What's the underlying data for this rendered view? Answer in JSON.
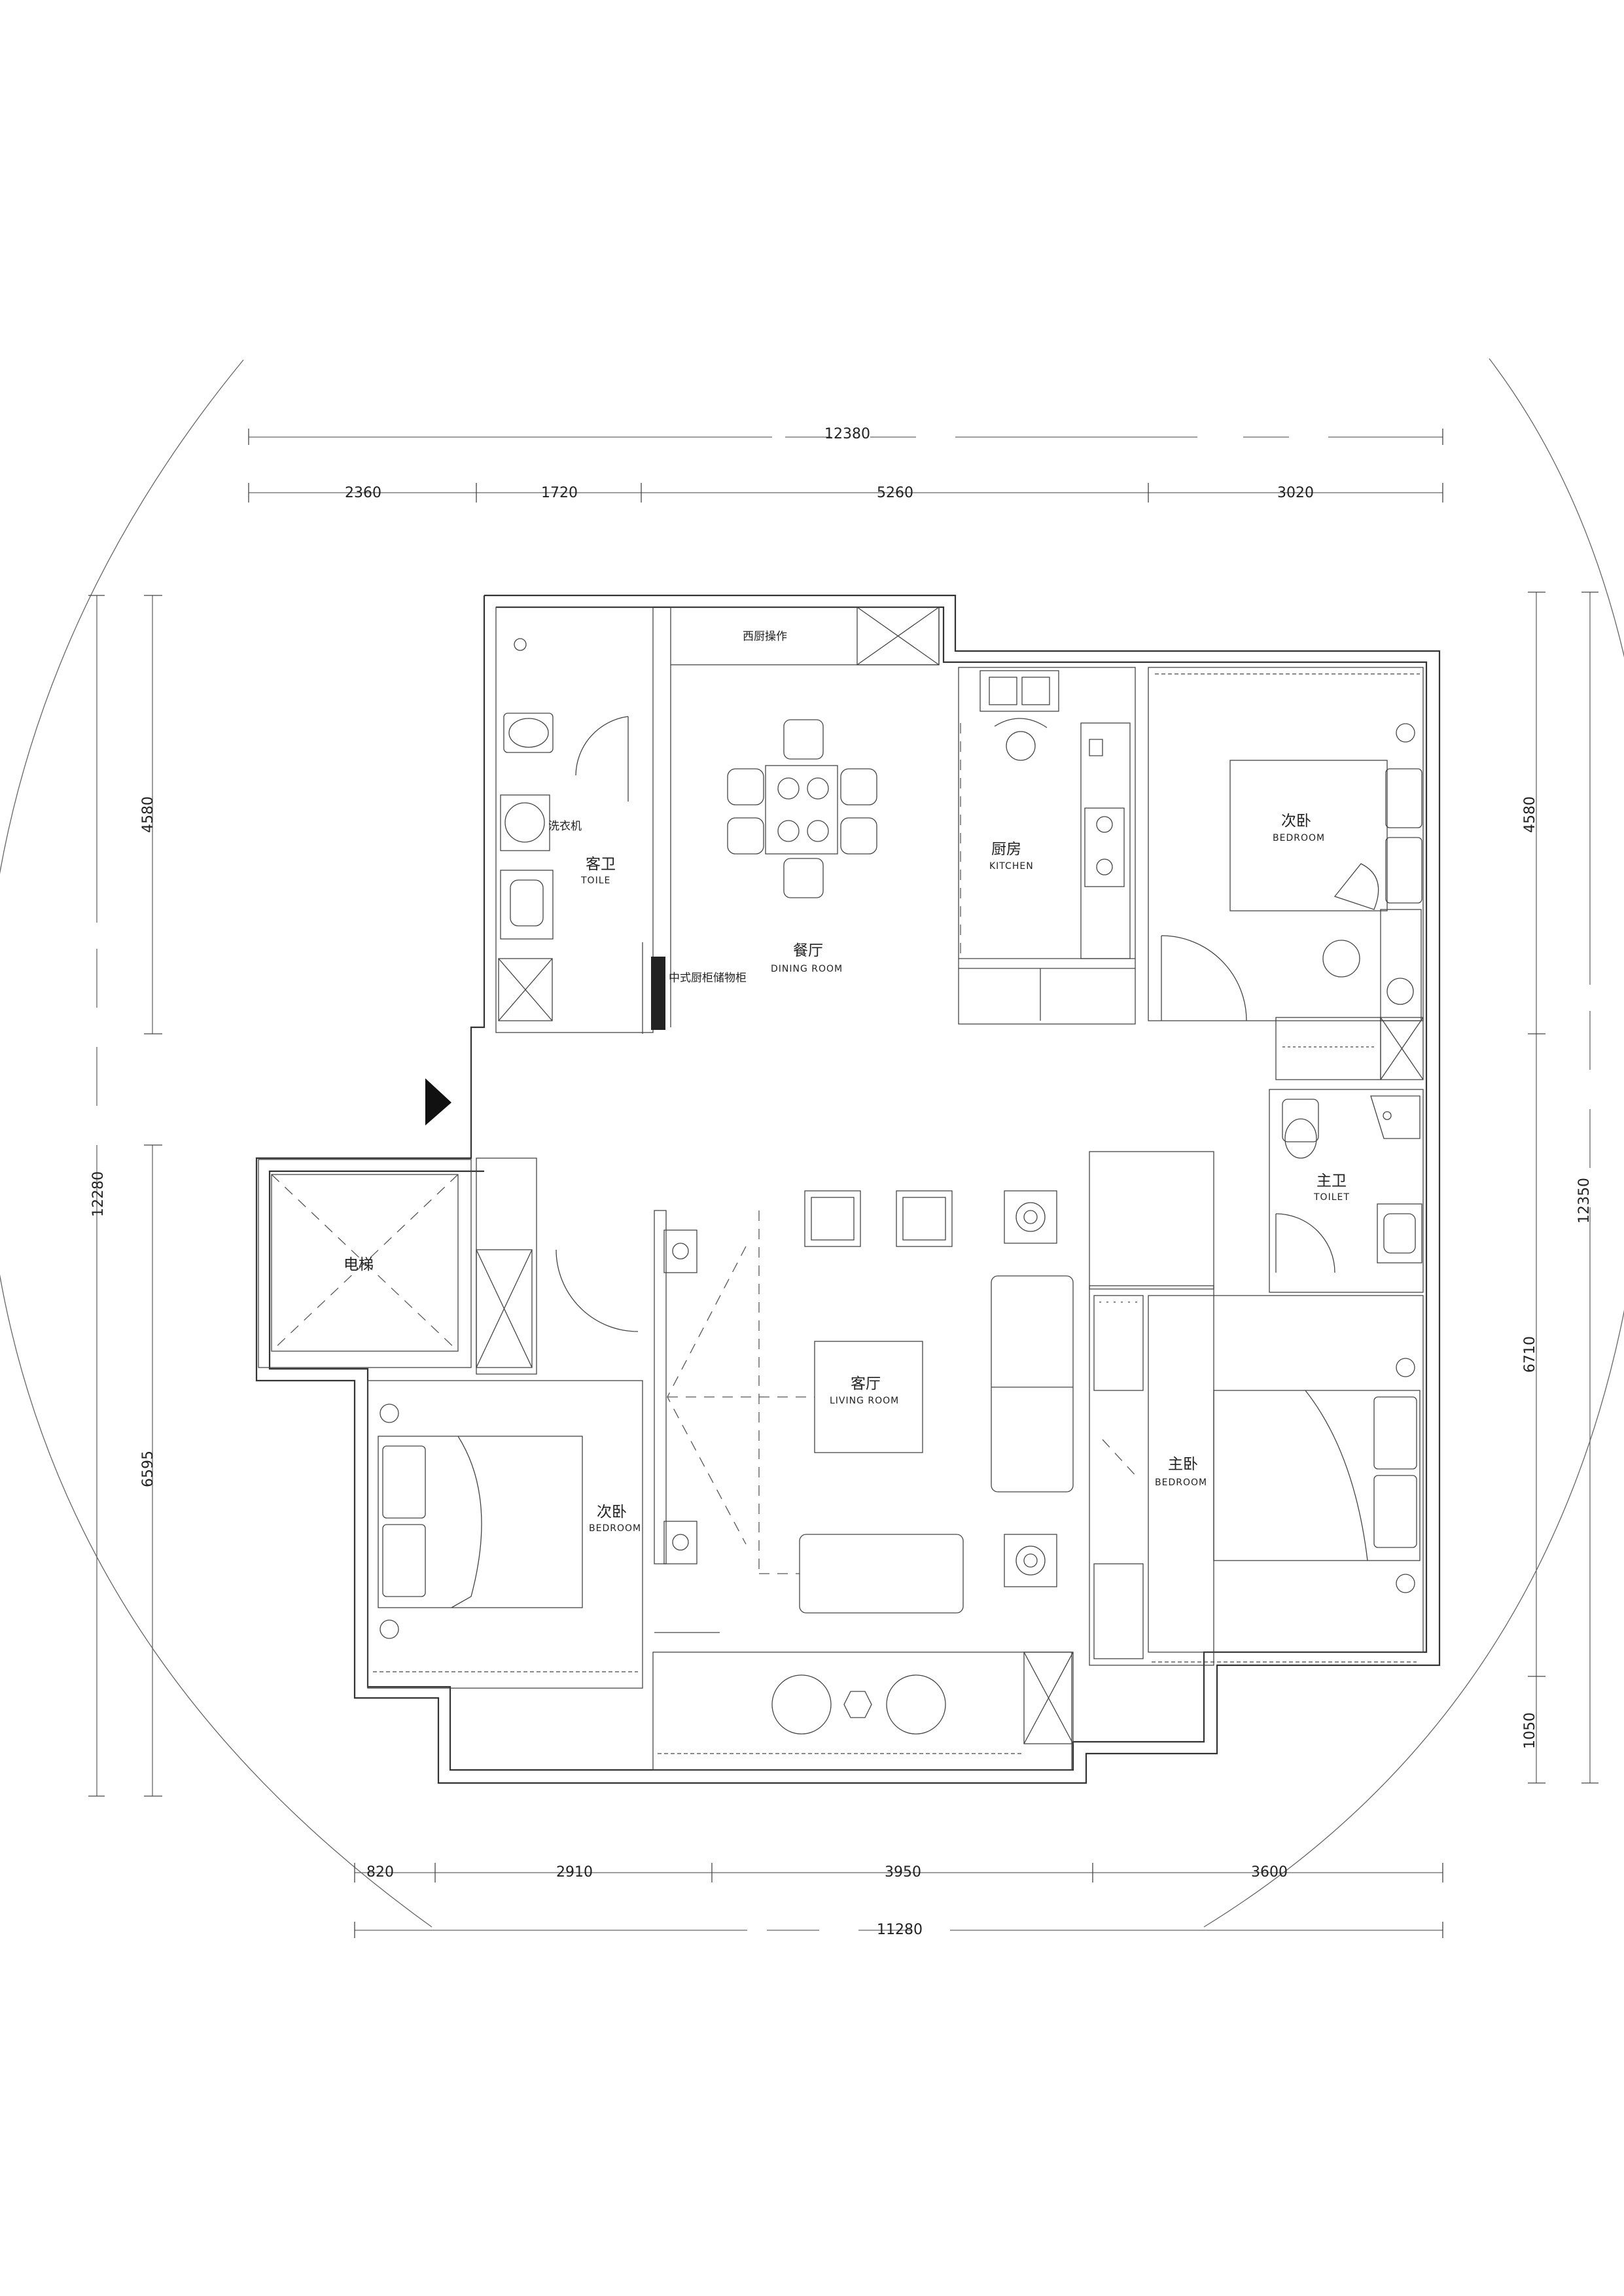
{
  "dimensions": {
    "top_total": "12380",
    "top_segments": [
      "2360",
      "1720",
      "5260",
      "3020"
    ],
    "bottom_total": "11280",
    "bottom_segments": [
      "820",
      "2910",
      "3950",
      "3600"
    ],
    "left_total": "12280",
    "left_segments": [
      "4580",
      "6595"
    ],
    "right_total": "12350",
    "right_segments": [
      "4580",
      "6710",
      "1050"
    ]
  },
  "rooms": {
    "guest_toilet": {
      "cn": "客卫",
      "en": "TOILE"
    },
    "washer": {
      "cn": "洗衣机"
    },
    "dining": {
      "cn": "餐厅",
      "en": "DINING ROOM"
    },
    "sideboard": {
      "cn": "西厨操作"
    },
    "cabinet_note": {
      "cn": "中式厨柜储物柜"
    },
    "kitchen": {
      "cn": "厨房",
      "en": "KITCHEN"
    },
    "bedroom_ne": {
      "cn": "次卧",
      "en": "BEDROOM"
    },
    "master_toilet": {
      "cn": "主卫",
      "en": "TOILET"
    },
    "elevator": {
      "cn": "电梯"
    },
    "living": {
      "cn": "客厅",
      "en": "LIVING ROOM"
    },
    "bedroom_sw": {
      "cn": "次卧",
      "en": "BEDROOM"
    },
    "master_bedroom": {
      "cn": "主卧",
      "en": "BEDROOM"
    }
  }
}
